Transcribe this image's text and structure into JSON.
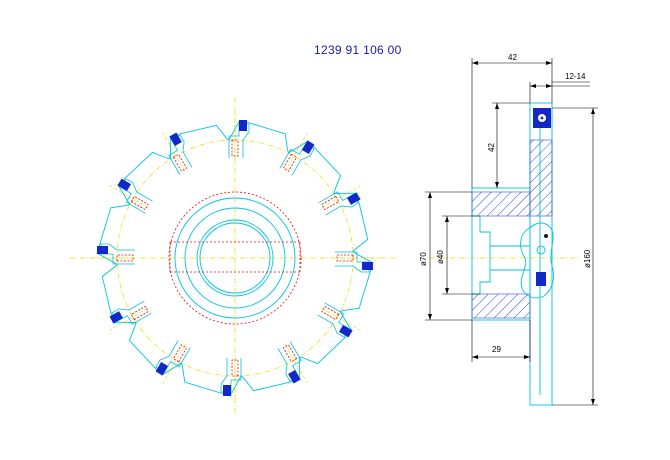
{
  "drawing": {
    "part_number": "1239 91 106 00",
    "dimensions": {
      "overall_width": "42",
      "insert_width": "12-14",
      "cut_depth": "42",
      "hub_diameter": "ø70",
      "bore_diameter": "ø40",
      "hub_length": "29",
      "outer_diameter": "ø160"
    },
    "tooth_count": 12,
    "colors": {
      "outline": "#00c4e0",
      "centerline": "#f0d800",
      "hidden_line": "#e01010",
      "insert": "#1428c8",
      "hatch": "#2a4ae0",
      "dimension": "#000000"
    }
  }
}
